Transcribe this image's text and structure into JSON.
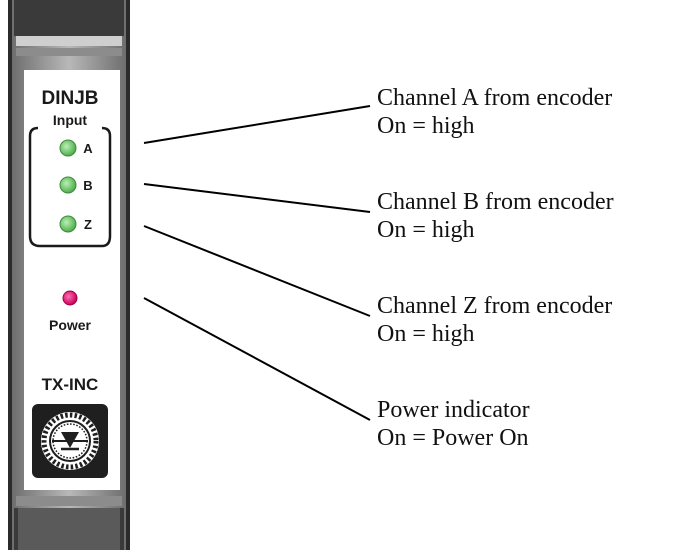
{
  "module": {
    "title": "DINJB",
    "input_group_label": "Input",
    "leds": [
      {
        "label": "A",
        "color": "#6cc46a"
      },
      {
        "label": "B",
        "color": "#6cc46a"
      },
      {
        "label": "Z",
        "color": "#6cc46a"
      }
    ],
    "power_label": "Power",
    "power_led_color": "#e0106e",
    "model": "TX-INC"
  },
  "callouts": [
    {
      "title": "Channel A from encoder",
      "detail": "On = high"
    },
    {
      "title": "Channel B from encoder",
      "detail": "On = high"
    },
    {
      "title": "Channel Z from encoder",
      "detail": "On = high"
    },
    {
      "title": "Power indicator",
      "detail": "On = Power On"
    }
  ],
  "colors": {
    "housing": "#2b2b2b",
    "rail": "#9a9a9a",
    "faceplate": "#ffffff",
    "leader_line": "#000000"
  }
}
